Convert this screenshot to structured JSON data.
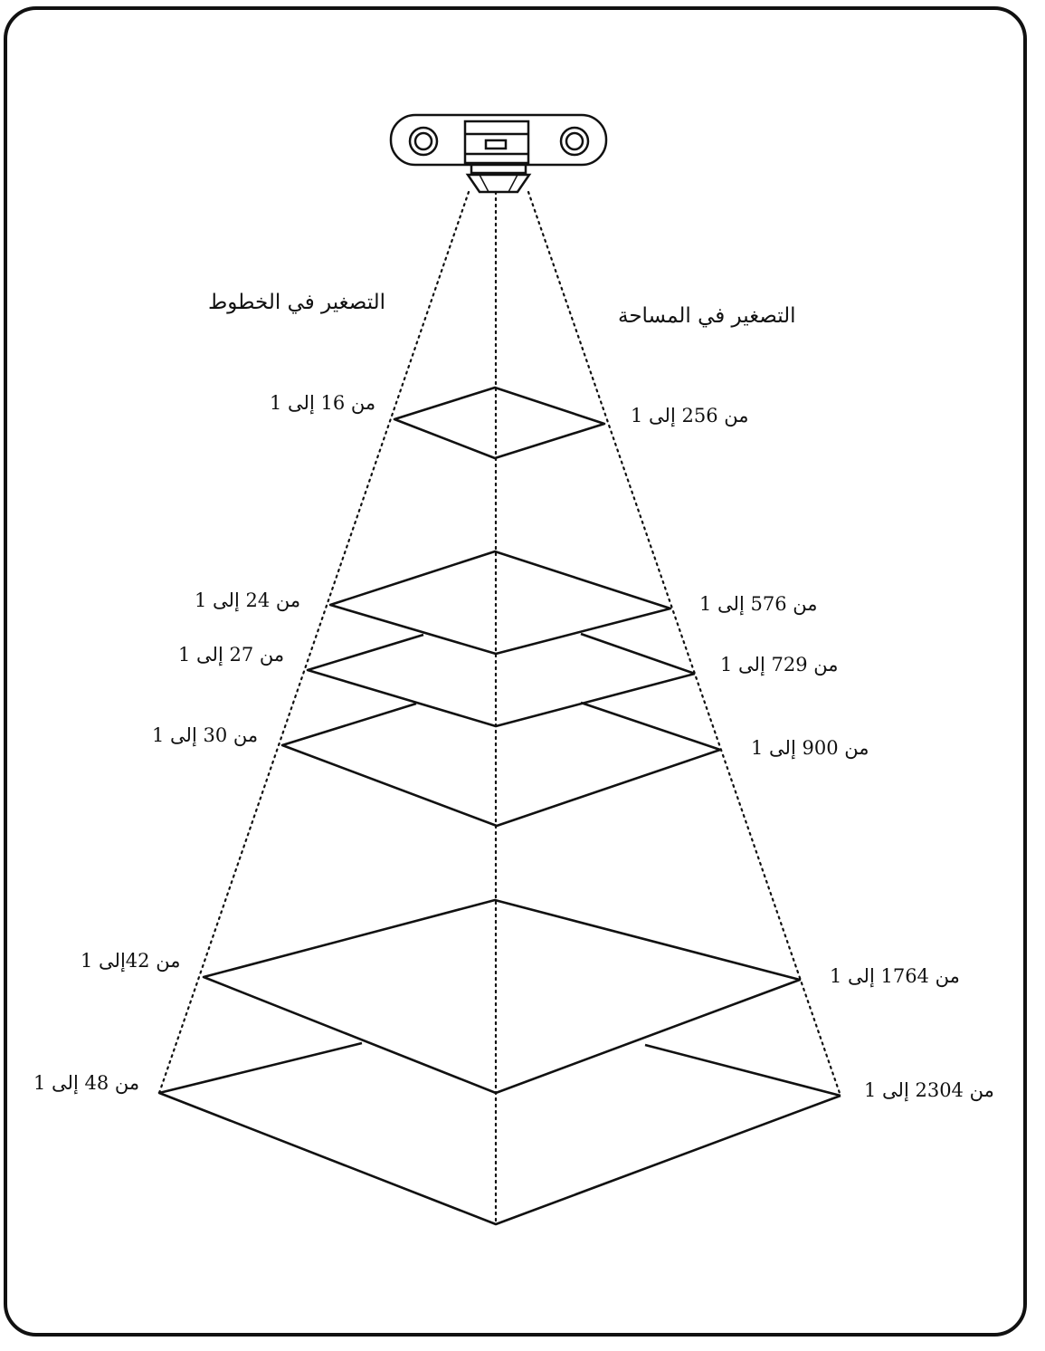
{
  "headers": {
    "lines": "التصغير في الخطوط",
    "area": "التصغير في المساحة"
  },
  "levels": [
    {
      "linear": "من 16 إلى 1",
      "area": "من 256 إلى 1"
    },
    {
      "linear": "من 24 إلى 1",
      "area": "من 576 إلى 1"
    },
    {
      "linear": "من 27 إلى 1",
      "area": "من 729 إلى 1"
    },
    {
      "linear": "من 30 إلى 1",
      "area": "من 900 إلى 1"
    },
    {
      "linear": "من 42إلى 1",
      "area": "من 1764 إلى 1"
    },
    {
      "linear": "من 48 إلى 1",
      "area": "من 2304 إلى 1"
    }
  ],
  "colors": {
    "line": "#111111",
    "background": "#ffffff"
  },
  "icons": {
    "projector": "projector-icon"
  }
}
